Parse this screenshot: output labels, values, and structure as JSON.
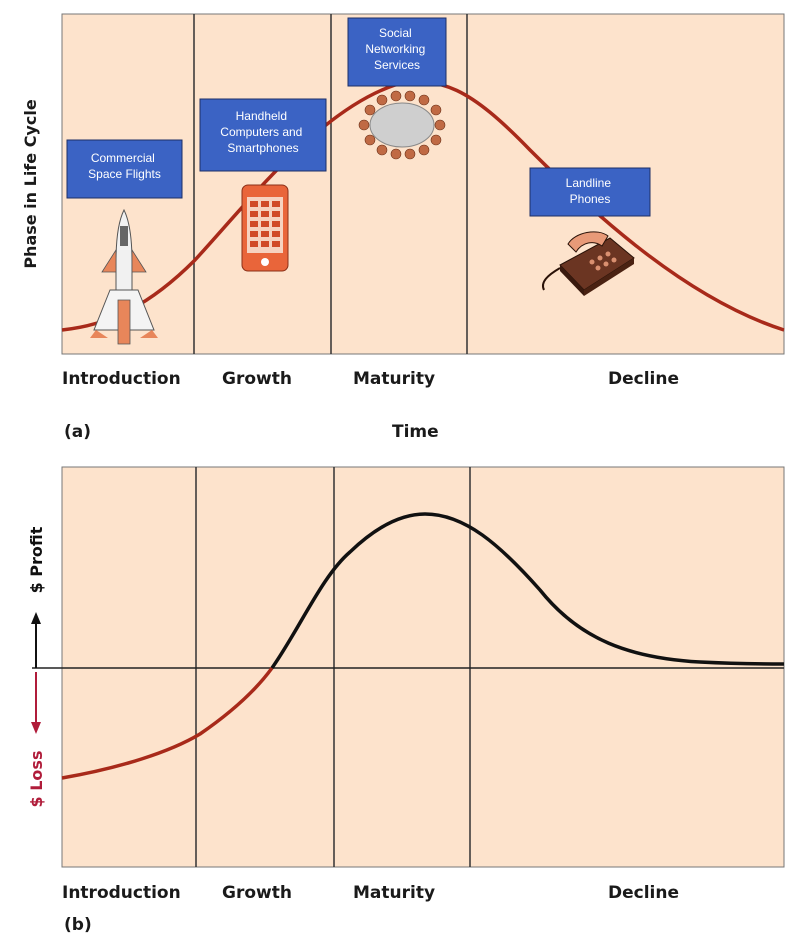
{
  "panel_a": {
    "y_axis_label": "Phase in Life Cycle",
    "x_axis_label": "Time",
    "panel_label": "(a)",
    "stages": [
      "Introduction",
      "Growth",
      "Maturity",
      "Decline"
    ],
    "callouts": {
      "commercial_space": [
        "Commercial",
        "Space Flights"
      ],
      "handheld": [
        "Handheld",
        "Computers and",
        "Smartphones"
      ],
      "social": [
        "Social",
        "Networking",
        "Services"
      ],
      "landline": [
        "Landline",
        "Phones"
      ]
    }
  },
  "panel_b": {
    "profit_label": "$ Profit",
    "loss_label": "$ Loss",
    "panel_label": "(b)",
    "stages": [
      "Introduction",
      "Growth",
      "Maturity",
      "Decline"
    ]
  },
  "colors": {
    "background": "#fde3cc",
    "curve_red": "#a82a1a",
    "curve_black": "#111111",
    "callout_box": "#3b63c4",
    "loss_red": "#b01c3a"
  },
  "icons": [
    "space-shuttle-icon",
    "smartphone-icon",
    "social-network-icon",
    "landline-phone-icon"
  ]
}
